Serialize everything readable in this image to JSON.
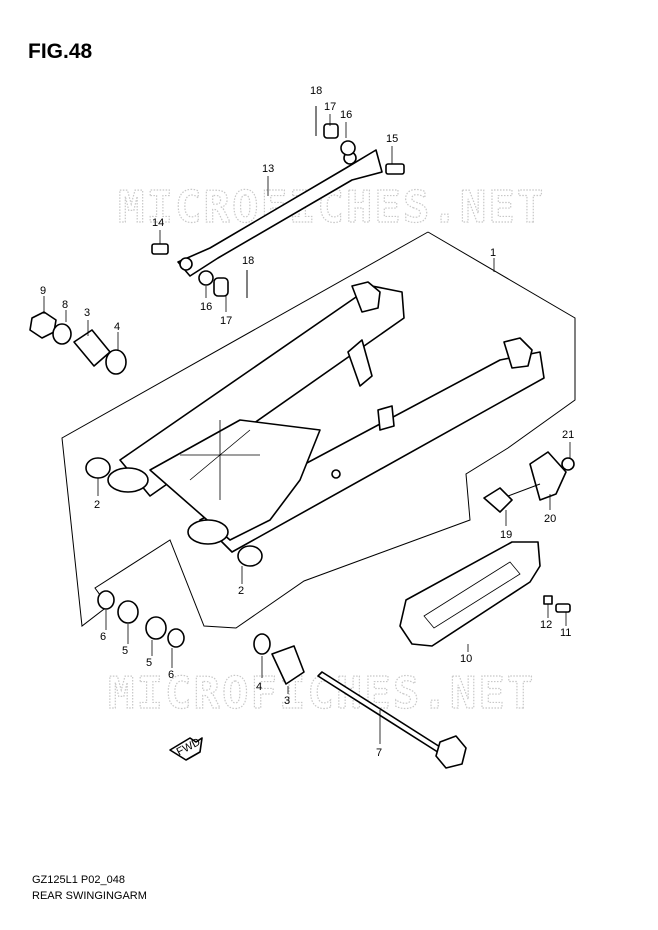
{
  "figure": {
    "title": "FIG.48",
    "model_code": "GZ125L1 P02_048",
    "caption": "REAR SWINGINGARM",
    "watermark": "MICROFICHES.NET",
    "fwd_label": "FWD"
  },
  "callouts": [
    "1",
    "2",
    "2",
    "3",
    "3",
    "4",
    "4",
    "5",
    "5",
    "6",
    "6",
    "7",
    "8",
    "9",
    "10",
    "11",
    "12",
    "13",
    "14",
    "15",
    "16",
    "16",
    "17",
    "17",
    "18",
    "18",
    "19",
    "20",
    "21"
  ]
}
